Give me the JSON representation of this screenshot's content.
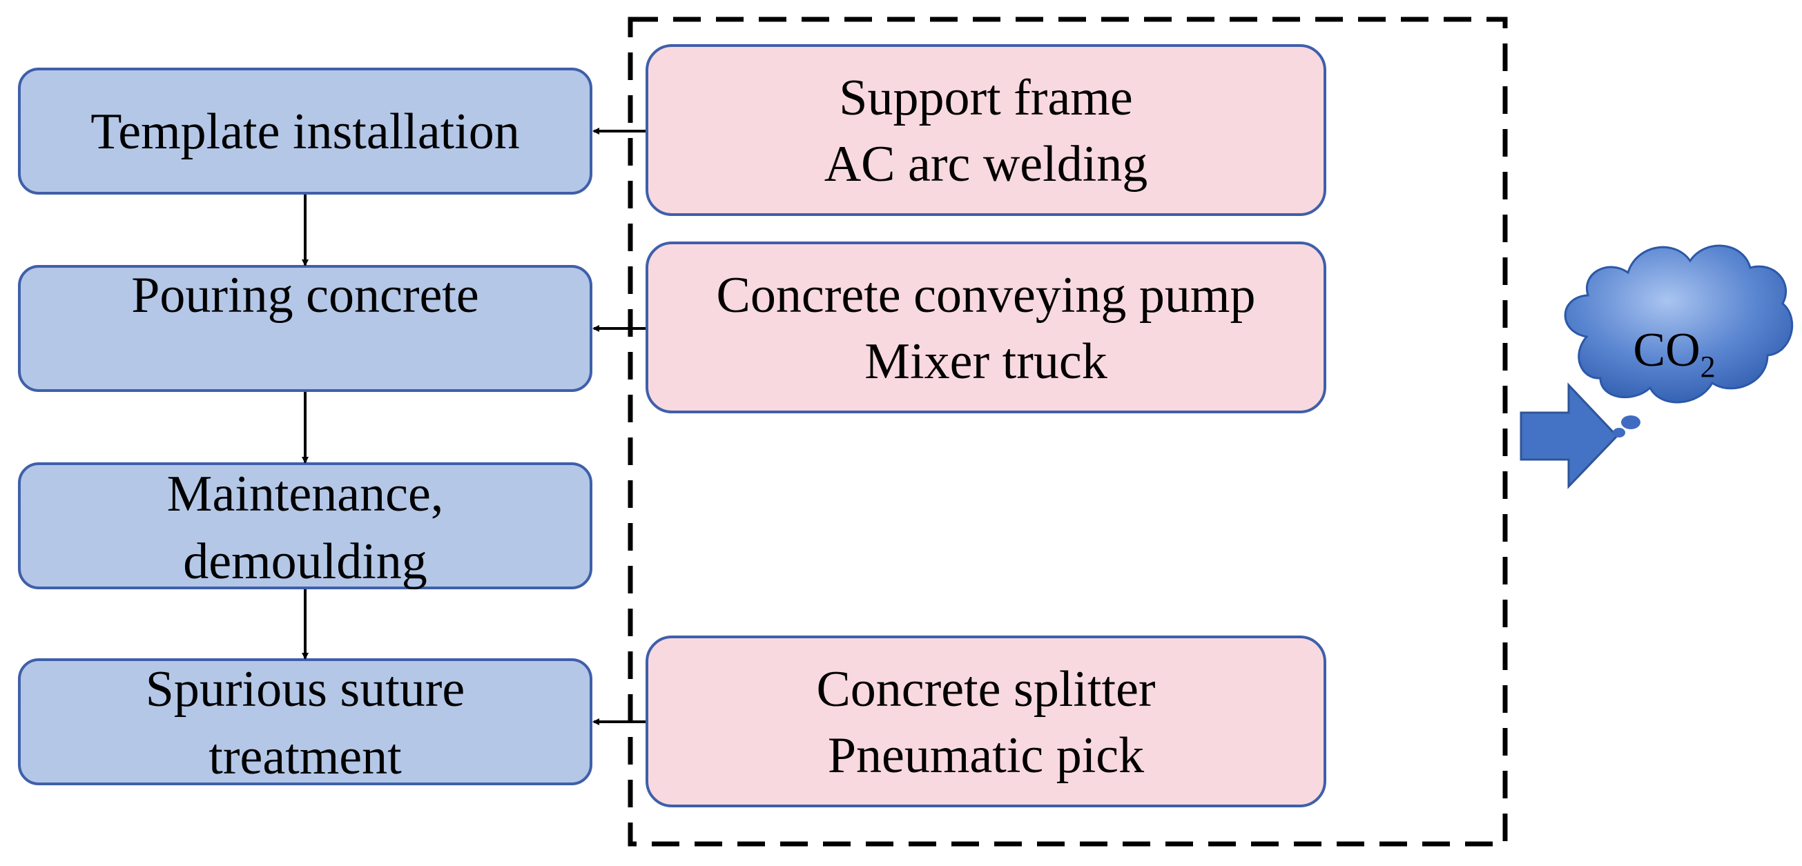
{
  "process_steps": [
    {
      "lines": [
        "Template installation"
      ]
    },
    {
      "lines": [
        "Pouring concrete"
      ]
    },
    {
      "lines": [
        "Maintenance,",
        "demoulding"
      ]
    },
    {
      "lines": [
        "Spurious suture",
        "treatment"
      ]
    }
  ],
  "equipment": [
    {
      "lines": [
        "Support frame",
        "AC arc welding"
      ]
    },
    {
      "lines": [
        "Concrete conveying pump",
        "Mixer truck"
      ]
    },
    {
      "lines": [
        "Concrete splitter",
        "Pneumatic pick"
      ]
    }
  ],
  "emission": {
    "label": "CO",
    "subscript": "2"
  },
  "colors": {
    "process_fill": "#b4c7e7",
    "process_stroke": "#3f5faa",
    "equipment_fill": "#f8d9df",
    "equipment_stroke": "#3f5faa",
    "arrow_fill": "#4472c4",
    "cloud_fill": "#4a78c8",
    "dashed_stroke": "#000000"
  }
}
